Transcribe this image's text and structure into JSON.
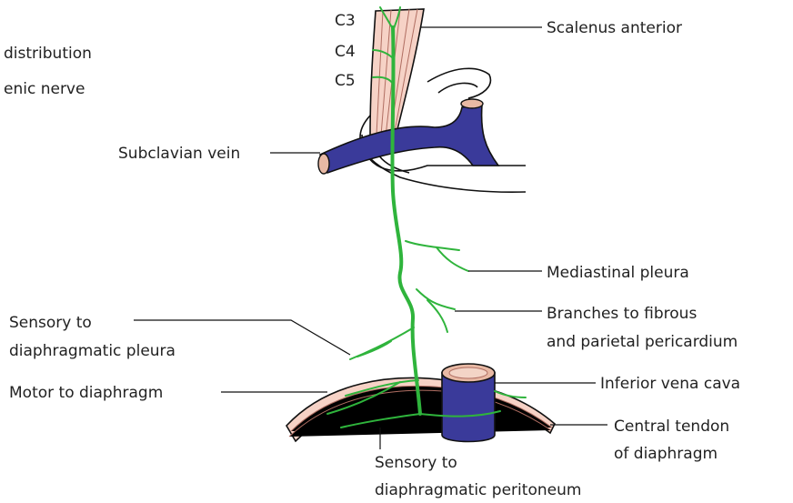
{
  "title_lines": [
    "distribution",
    "enic nerve"
  ],
  "root_labels": [
    "C3",
    "C4",
    "C5"
  ],
  "labels": {
    "scalenus": "Scalenus anterior",
    "subclavian": "Subclavian vein",
    "mediastinal": "Mediastinal pleura",
    "branches_1": "Branches to fibrous",
    "branches_2": "and parietal pericardium",
    "sensory_pleura_1": "Sensory to",
    "sensory_pleura_2": "diaphragmatic pleura",
    "motor": "Motor to diaphragm",
    "ivc": "Inferior vena cava",
    "tendon_1": "Central tendon",
    "tendon_2": "of diaphragm",
    "peritoneum_1": "Sensory to",
    "peritoneum_2": "diaphragmatic peritoneum"
  },
  "colors": {
    "nerve": "#2fb43c",
    "vein": "#3a3a9a",
    "muscle": "#f6d2c6",
    "muscle_lines": "#b06e62"
  }
}
